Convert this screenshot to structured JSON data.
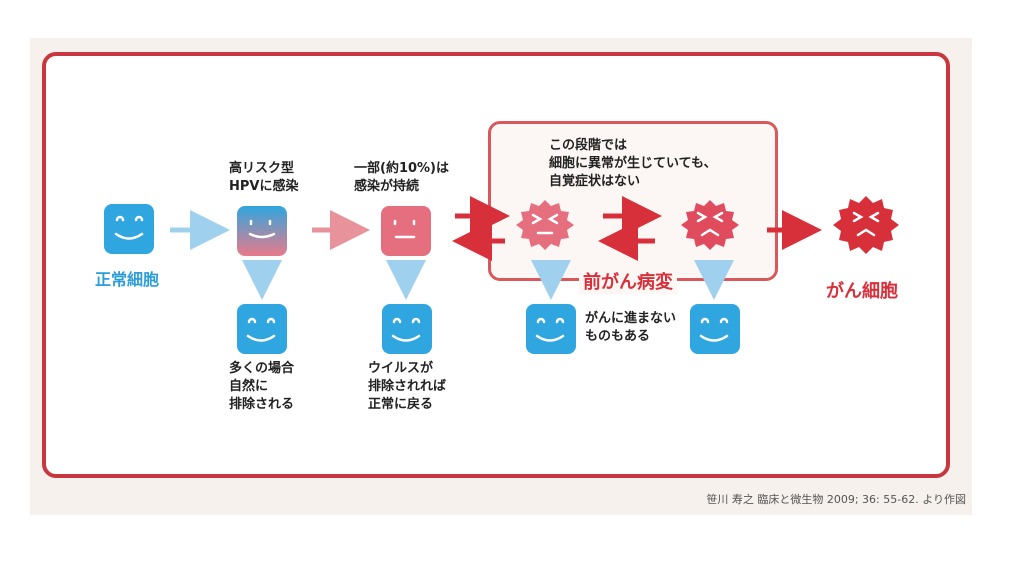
{
  "labels": {
    "normal_cell": "正常細胞",
    "hpv_infection": "高リスク型\nHPVに感染",
    "persistent": "一部(約10%)は\n感染が持続",
    "stage_note": "この段階では\n細胞に異常が生じていても、\n自覚症状はない",
    "precancer": "前がん病変",
    "cancer_cell": "がん細胞",
    "eliminated_mostly": "多くの場合\n自然に\n排除される",
    "back_to_normal": "ウイルスが\n排除されれば\n正常に戻る",
    "not_progress": "がんに進まない\nものもある"
  },
  "credit": "笹川 寿之 臨床と微生物 2009; 36: 55-62. より作図",
  "colors": {
    "blue": "#2fa6df",
    "pink": "#e66f7f",
    "red": "#d8303b",
    "frame": "#c8373f"
  }
}
